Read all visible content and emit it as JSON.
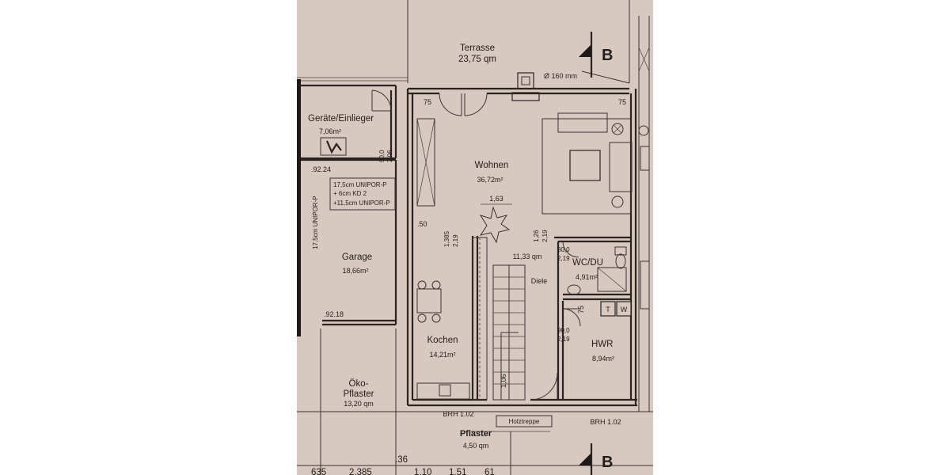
{
  "rooms": {
    "terrasse": {
      "name": "Terrasse",
      "area": "23,75 qm"
    },
    "geraete": {
      "name": "Geräte/Einlieger",
      "area": "7,06m²"
    },
    "wohnen": {
      "name": "Wohnen",
      "area": "36,72m²"
    },
    "garage": {
      "name": "Garage",
      "area": "18,66m²"
    },
    "diele": {
      "name": "Diele",
      "area": "11,33 qm"
    },
    "wc": {
      "name": "WC/DU",
      "area": "4,91m²"
    },
    "kochen": {
      "name": "Kochen",
      "area": "14,21m²"
    },
    "hwr": {
      "name": "HWR",
      "area": "8,94m²"
    },
    "oeko": {
      "name_line1": "Öko-",
      "name_line2": "Pflaster",
      "area": "13,20 qm"
    },
    "pflaster": {
      "name": "Pflaster",
      "area": "4,50 qm"
    }
  },
  "annotations": {
    "chimney": "Ø 160 mm",
    "section_mark": "B",
    "insulation_line1": "17,5cm UNIPOR-P",
    "insulation_line2": "+ 6cm KD 2",
    "insulation_line3": "+11,5cm UNIPOR-P",
    "garage_wall": "17,5cm UNIPOR-P",
    "stair": "Holztreppe",
    "brh_left": "BRH 1.02",
    "brh_right": "BRH 1.02"
  },
  "dimensions": {
    "d75_a": "75",
    "d75_b": "75",
    "d75_c": "75",
    "d9224": ".92.24",
    "d9218": ".92.18",
    "d163": "1,63",
    "d50": ".50",
    "d1385": "1,385",
    "d219_a": "2,19",
    "d126": "1,26",
    "d219_b": "2,19",
    "d900_a": "90,0",
    "d206": "2,06",
    "d900_b": "90,0",
    "d219_c": "2,19",
    "d900_c": "90,0",
    "d219_d": "2,19",
    "d106": "1,06",
    "bottom_635": "635",
    "bottom_2385": "2,385",
    "bottom_36": ".36",
    "bottom_110": "1,10",
    "bottom_151": "1,51",
    "bottom_61": "61"
  },
  "fixtures": {
    "washer": "T",
    "dryer": "W"
  }
}
